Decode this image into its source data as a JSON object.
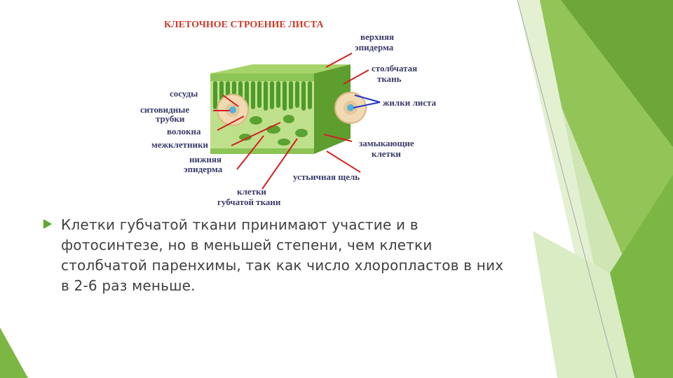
{
  "diagram": {
    "title": "КЛЕТОЧНОЕ СТРОЕНИЕ ЛИСТА",
    "labels": {
      "upper_epidermis": [
        "верхняя",
        "эпидерма"
      ],
      "palisade": [
        "столбчатая",
        "ткань"
      ],
      "veins": [
        "жилки листа"
      ],
      "guard_cells": [
        "замыкающие",
        "клетки"
      ],
      "stoma": [
        "устьичная щель"
      ],
      "vessels": [
        "сосуды"
      ],
      "sieve_tubes": [
        "ситовидные",
        "трубки"
      ],
      "fibers": [
        "волокна"
      ],
      "intercellular": [
        "межклетники"
      ],
      "lower_epidermis": [
        "нижняя",
        "эпидерма"
      ],
      "spongy": [
        "клетки",
        "губчатой ткани"
      ]
    }
  },
  "bullet": {
    "text": "Клетки губчатой ткани принимают участие и в фотосинтезе, но в меньшей степени, чем клетки столбчатой паренхимы, так как число хлоропластов в них в 2-6 раз меньше."
  },
  "colors": {
    "accent_green": "#5fa832",
    "title_red": "#cc3a2a",
    "label_navy": "#3a3a6a",
    "body_text": "#404040"
  }
}
